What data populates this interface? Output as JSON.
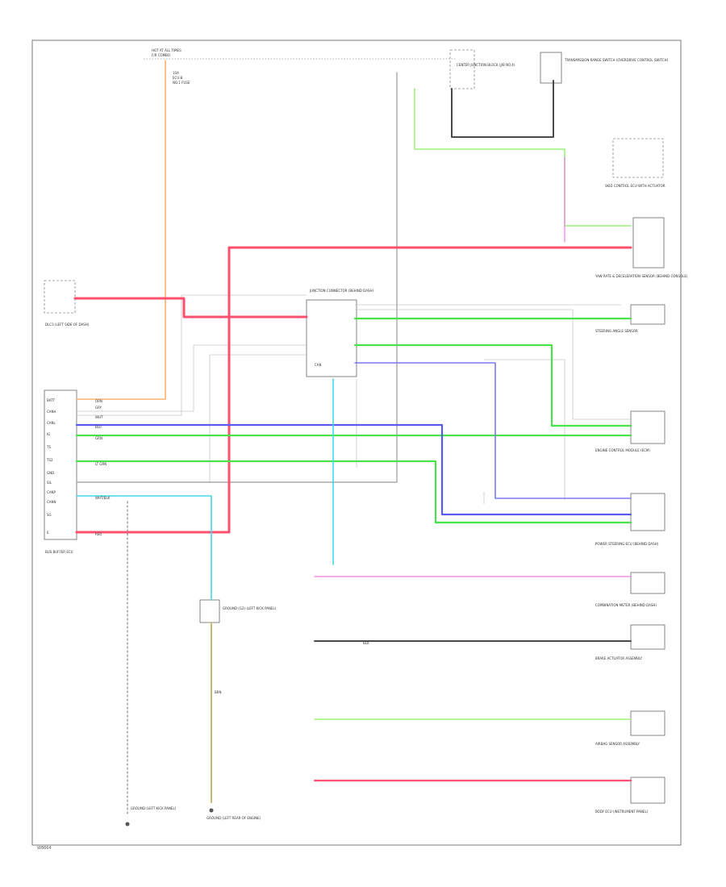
{
  "diagram": {
    "footer_code": "W8664",
    "components": {
      "fuse_box": {
        "top": "HOT AT ALL TIMES",
        "id": "F/R COMBO"
      },
      "fuse": {
        "rating": "10A",
        "name": "ECU-B",
        "no": "NO.1 FUSE"
      },
      "center_junction": {
        "name": "CENTER JUNCTION BLOCK (J/B NO.4)"
      },
      "transmission_range": {
        "name": "TRANSMISSION RANGE SWITCH (OVERDRIVE CONTROL SWITCH)"
      },
      "ground_center": {
        "name": "GROUND (G2) (LEFT KICK PANEL)"
      },
      "skid_control_ecu": {
        "name": "SKID CONTROL ECU WITH ACTUATOR"
      },
      "yaw_rate": {
        "name": "YAW RATE & DECELERATION SENSOR (BEHIND CONSOLE)"
      },
      "steering_sensor": {
        "name": "STEERING ANGLE SENSOR"
      },
      "engine_ecu": {
        "name": "ENGINE CONTROL MODULE (ECM)"
      },
      "power_steering": {
        "name": "POWER STEERING ECU (BEHIND DASH)"
      },
      "combination_meter": {
        "name": "COMBINATION METER (BEHIND DASH)"
      },
      "brake_actuator": {
        "name": "BRAKE ACTUATOR ASSEMBLY"
      },
      "airbag_sensor": {
        "name": "AIRBAG SENSOR ASSEMBLY"
      },
      "body_ecu": {
        "name": "BODY ECU (INSTRUMENT PANEL)"
      },
      "dlc3": {
        "name": "DLC3 (LEFT SIDE OF DASH)"
      },
      "ground_left": {
        "name": "GROUND (LEFT KICK PANEL)"
      },
      "ground_bottom": {
        "name": "GROUND (LEFT REAR OF ENGINE)"
      },
      "junction_center": {
        "name": "JUNCTION CONNECTOR (BEHIND DASH)"
      },
      "bus_buffer": {
        "name": "BUS BUFFER ECU"
      }
    },
    "labels": {
      "wire_wht": "WHT",
      "wire_gry": "GRY",
      "wire_red": "RED",
      "wire_grn": "GRN",
      "wire_blu": "BLU",
      "wire_blk": "BLK",
      "wire_orn": "ORN",
      "wire_brn": "BRN",
      "wire_lt_grn": "LT GRN",
      "wire_wht_blk": "WHT/BLK",
      "connector_id": "CAN",
      "ecu_pins": [
        "BATT",
        "CANH",
        "CANL",
        "IG",
        "TS",
        "TS2",
        "GND",
        "SIL",
        "CANP",
        "CANN",
        "SG",
        "E"
      ]
    },
    "colors": {
      "red": "#ff4f6e",
      "green": "#49e24a",
      "blue": "#5a5af0",
      "cyan": "#40d8e6",
      "orange": "#ffb070",
      "gray": "#a8a8a8",
      "dark": "#4a4a4a",
      "pink": "#f07ae4",
      "olive": "#c8b870",
      "light_green": "#9ef07a"
    }
  }
}
